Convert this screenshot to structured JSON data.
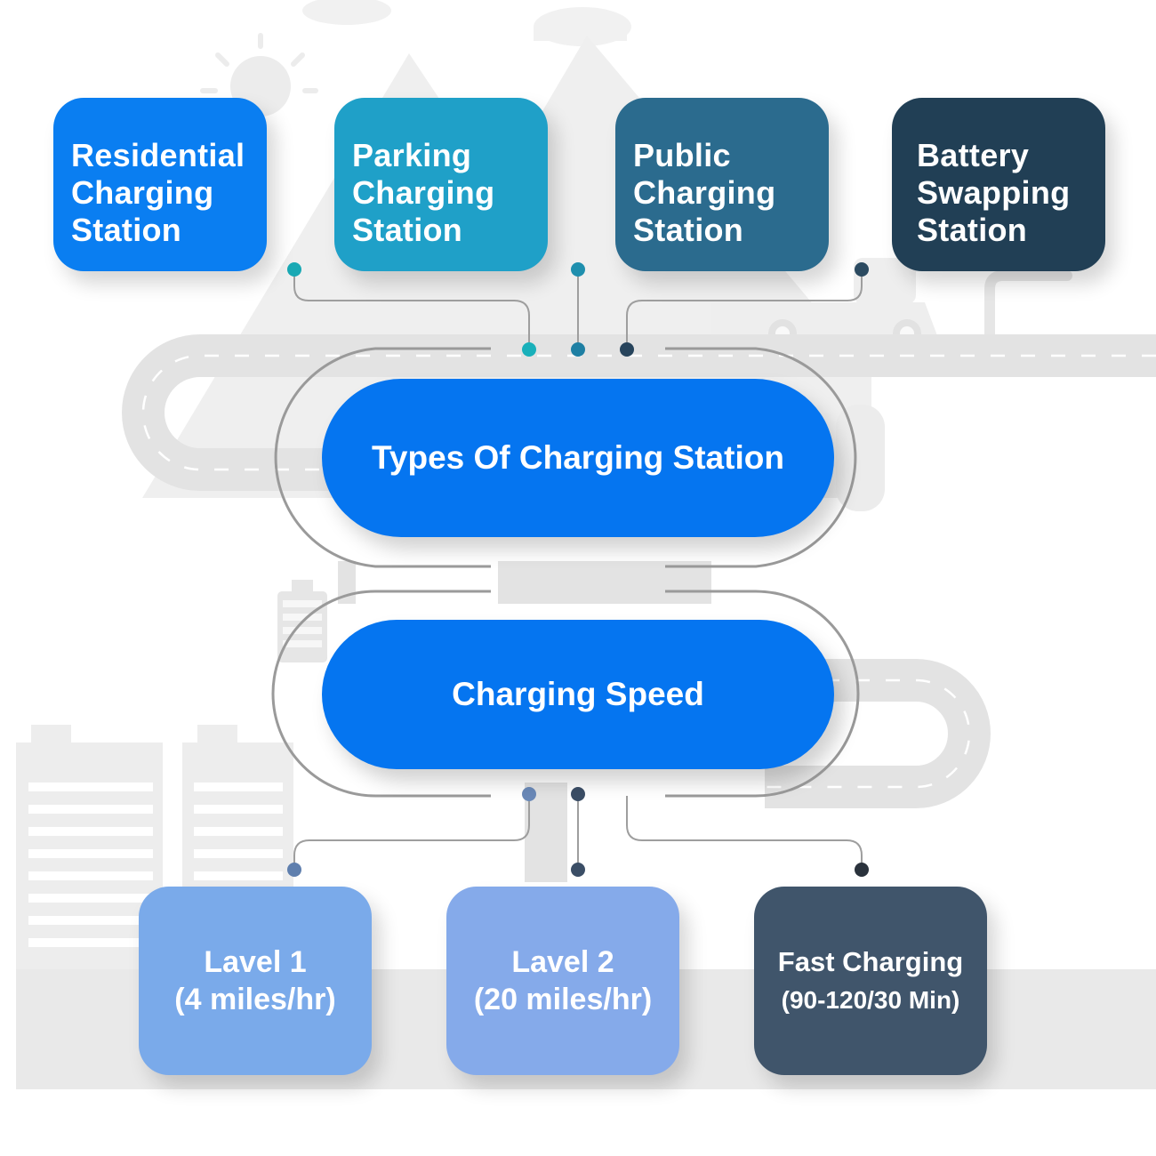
{
  "diagram": {
    "center_title": "Types Of Charging Station",
    "center_subtitle": "Charging Speed",
    "station_types": [
      {
        "label": "Residential\nCharging\nStation",
        "color": "#0a7ef1"
      },
      {
        "label": "Parking\nCharging\nStation",
        "color": "#1fa0c8"
      },
      {
        "label": "Public\nCharging\nStation",
        "color": "#2b6b8e"
      },
      {
        "label": "Battery\nSwapping\nStation",
        "color": "#213f55"
      }
    ],
    "speed_levels": [
      {
        "label": "Lavel 1\n(4 miles/hr)",
        "color": "#7aaaea"
      },
      {
        "label": "Lavel 2\n(20 miles/hr)",
        "color": "#85aaea"
      },
      {
        "label": "Fast Charging",
        "sublabel": "(90-120/30 Min)",
        "color": "#40556b"
      }
    ]
  }
}
